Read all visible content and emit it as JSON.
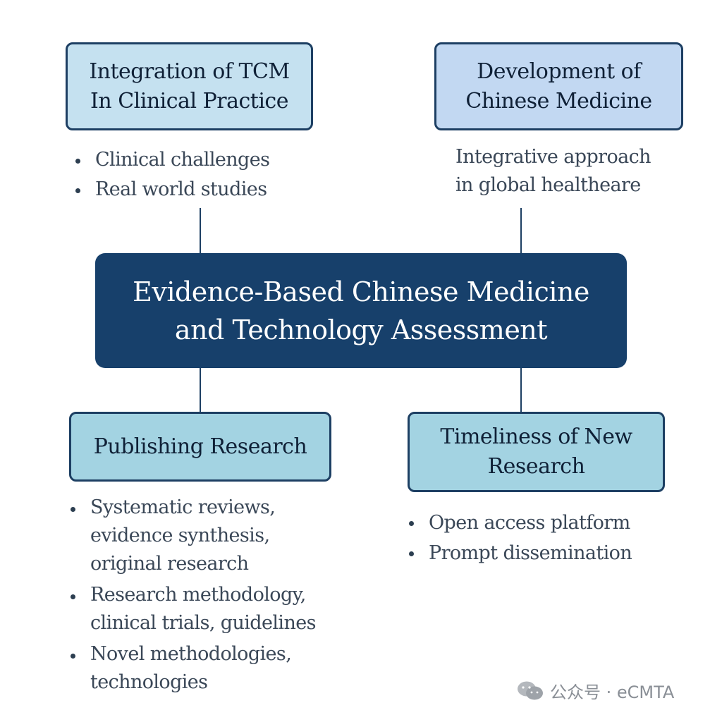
{
  "center": {
    "line1": "Evidence-Based Chinese Medicine",
    "line2": "and Technology Assessment"
  },
  "top_left": {
    "title_line1": "Integration of TCM",
    "title_line2": "In Clinical Practice",
    "bullets": [
      "Clinical challenges",
      "Real world studies"
    ]
  },
  "top_right": {
    "title_line1": "Development of",
    "title_line2": "Chinese Medicine",
    "desc_line1": "Integrative approach",
    "desc_line2": "in global healtheare"
  },
  "bottom_left": {
    "title": "Publishing Research",
    "bullets": [
      [
        "Systematic reviews,",
        "evidence synthesis,",
        "original research"
      ],
      [
        "Research methodology,",
        "clinical trials, guidelines"
      ],
      [
        "Novel methodologies,",
        "technologies"
      ]
    ]
  },
  "bottom_right": {
    "title_line1": "Timeliness of New",
    "title_line2": "Research",
    "bullets": [
      "Open access platform",
      "Prompt dissemination"
    ]
  },
  "watermark": {
    "text": "公众号 · eCMTA",
    "icon": "wechat-icon"
  },
  "colors": {
    "center_fill": "#17406b",
    "box_border": "#1d3f63",
    "top_left_fill": "#c5e1f0",
    "top_right_fill": "#c2d8f2",
    "bottom_fill": "#a3d3e2"
  }
}
